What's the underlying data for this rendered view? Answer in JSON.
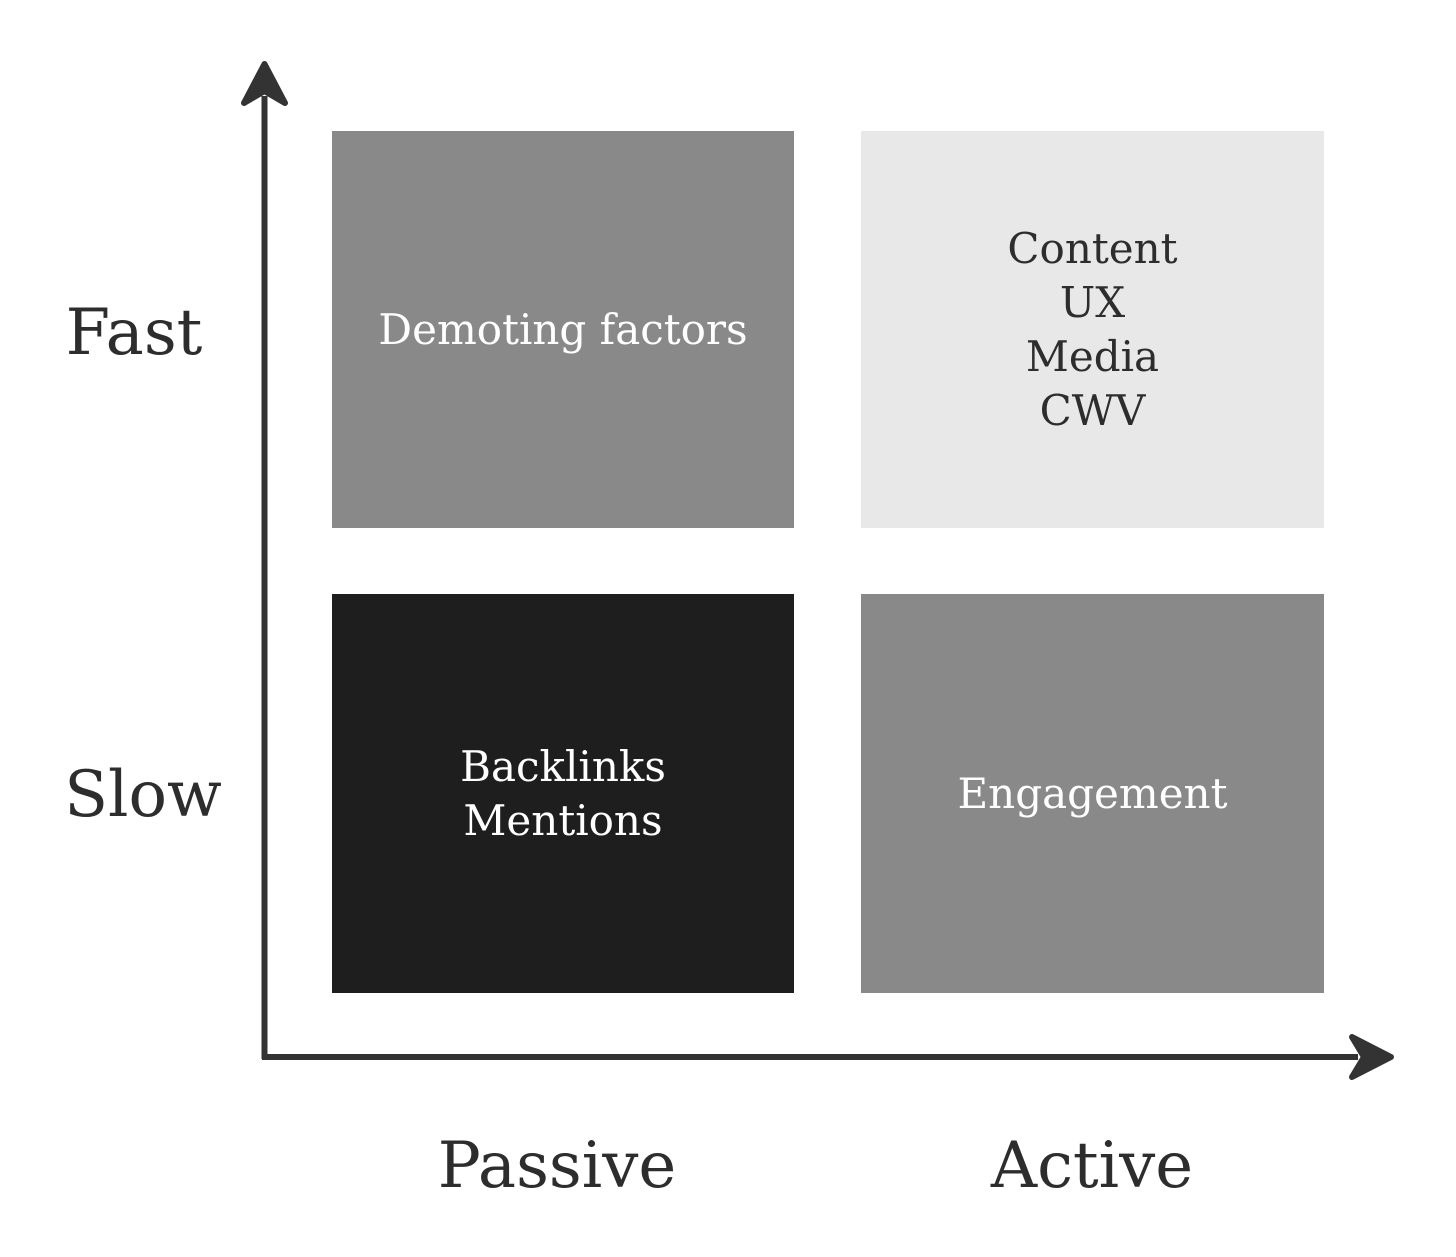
{
  "diagram": {
    "type": "quadrant-matrix",
    "background": "#ffffff"
  },
  "colors": {
    "axis": "#333333",
    "label_text": "#2d2d2d",
    "quadrant_gray": "#898989",
    "quadrant_light_gray": "#e8e8e8",
    "quadrant_dark": "#1e1e1e",
    "text_on_gray": "#ffffff",
    "text_on_light": "#2d2d2d"
  },
  "axes": {
    "y": {
      "top_label": "Fast",
      "bottom_label": "Slow",
      "direction": "up"
    },
    "x": {
      "left_label": "Passive",
      "right_label": "Active",
      "direction": "right"
    }
  },
  "labels": {
    "fast": "Fast",
    "slow": "Slow",
    "passive": "Passive",
    "active": "Active"
  },
  "quadrants": {
    "top_left": {
      "position": "fast-passive",
      "background": "#898989",
      "text_color": "#ffffff",
      "lines": [
        "Demoting factors"
      ]
    },
    "top_right": {
      "position": "fast-active",
      "background": "#e8e8e8",
      "text_color": "#2d2d2d",
      "lines": [
        "Content",
        "UX",
        "Media",
        "CWV"
      ]
    },
    "bottom_left": {
      "position": "slow-passive",
      "background": "#1e1e1e",
      "text_color": "#ffffff",
      "lines": [
        "Backlinks",
        "Mentions"
      ]
    },
    "bottom_right": {
      "position": "slow-active",
      "background": "#898989",
      "text_color": "#ffffff",
      "lines": [
        "Engagement"
      ]
    }
  }
}
